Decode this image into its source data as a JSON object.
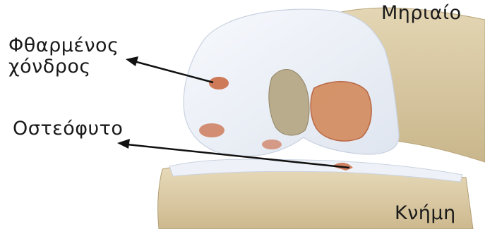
{
  "labels": {
    "femur": "Μηριαίο",
    "damaged_cartilage_line1": "Φθαρμένος",
    "damaged_cartilage_line2": "χόνδρος",
    "osteophyte": "Οστεόφυτο",
    "tibia": "Κνήμη"
  },
  "colors": {
    "bone": "#d9c9a3",
    "cartilage": "#eef2f8",
    "lesion": "#c8643c",
    "arrow": "#111111"
  }
}
